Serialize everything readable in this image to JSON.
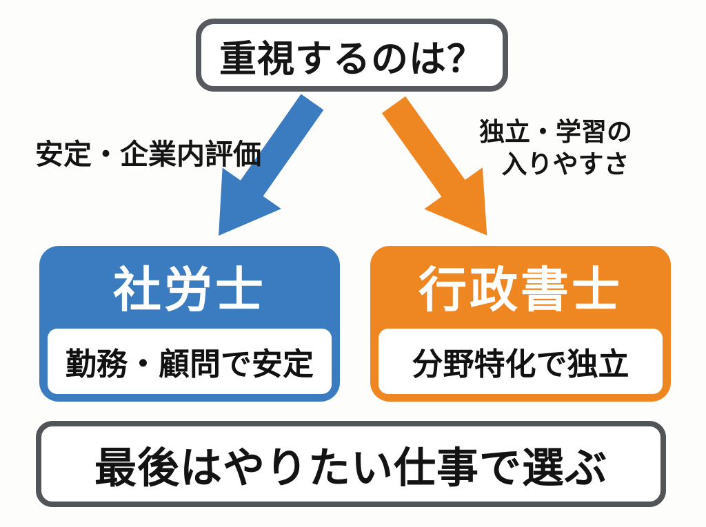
{
  "colors": {
    "background": "#fdfdfb",
    "blue": "#3a7cbf",
    "orange": "#ee8722",
    "border_gray": "#56595d",
    "conclusion_border": "#515558",
    "text_black": "#141414",
    "white": "#ffffff"
  },
  "question": {
    "text": "重視するのは？"
  },
  "branches": {
    "left": {
      "criteria": "安定・企業内評価",
      "title": "社労士",
      "subtitle": "勤務・顧問で安定",
      "arrow_color": "#3a7cbf"
    },
    "right": {
      "criteria_line1": "独立・学習の",
      "criteria_line2": "入りやすさ",
      "title": "行政書士",
      "subtitle": "分野特化で独立",
      "arrow_color": "#ee8722"
    }
  },
  "conclusion": {
    "text": "最後はやりたい仕事で選ぶ"
  }
}
